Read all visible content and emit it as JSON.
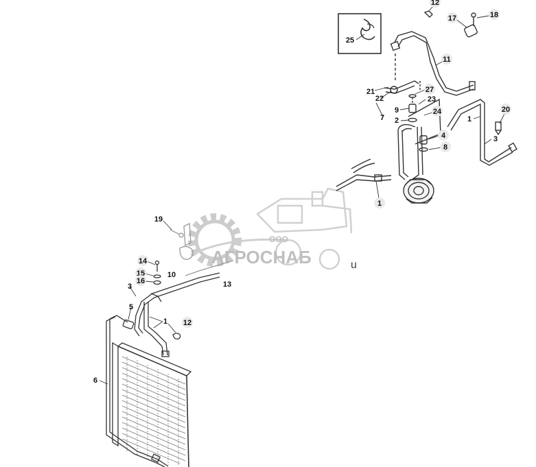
{
  "diagram": {
    "callouts": [
      {
        "id": "c12a",
        "label": "12"
      },
      {
        "id": "c17",
        "label": "17"
      },
      {
        "id": "c18",
        "label": "18"
      },
      {
        "id": "c25",
        "label": "25"
      },
      {
        "id": "c11",
        "label": "11"
      },
      {
        "id": "c21",
        "label": "21"
      },
      {
        "id": "c22",
        "label": "22"
      },
      {
        "id": "c27",
        "label": "27"
      },
      {
        "id": "c23",
        "label": "23"
      },
      {
        "id": "c9",
        "label": "9"
      },
      {
        "id": "c24",
        "label": "24"
      },
      {
        "id": "c7",
        "label": "7"
      },
      {
        "id": "c2",
        "label": "2"
      },
      {
        "id": "c1a",
        "label": "1"
      },
      {
        "id": "c20",
        "label": "20"
      },
      {
        "id": "c4",
        "label": "4"
      },
      {
        "id": "c3a",
        "label": "3"
      },
      {
        "id": "c8",
        "label": "8"
      },
      {
        "id": "c1b",
        "label": "1"
      },
      {
        "id": "c19",
        "label": "19"
      },
      {
        "id": "c14",
        "label": "14"
      },
      {
        "id": "c15",
        "label": "15"
      },
      {
        "id": "c16",
        "label": "16"
      },
      {
        "id": "c10",
        "label": "10"
      },
      {
        "id": "c13",
        "label": "13"
      },
      {
        "id": "c3b",
        "label": "3"
      },
      {
        "id": "c5",
        "label": "5"
      },
      {
        "id": "c1c",
        "label": "1"
      },
      {
        "id": "c12b",
        "label": "12"
      },
      {
        "id": "c6",
        "label": "6"
      }
    ]
  },
  "watermark": {
    "company_prefix": "ООО",
    "company_name": "АГРОСНАБ",
    "suffix": "u"
  }
}
